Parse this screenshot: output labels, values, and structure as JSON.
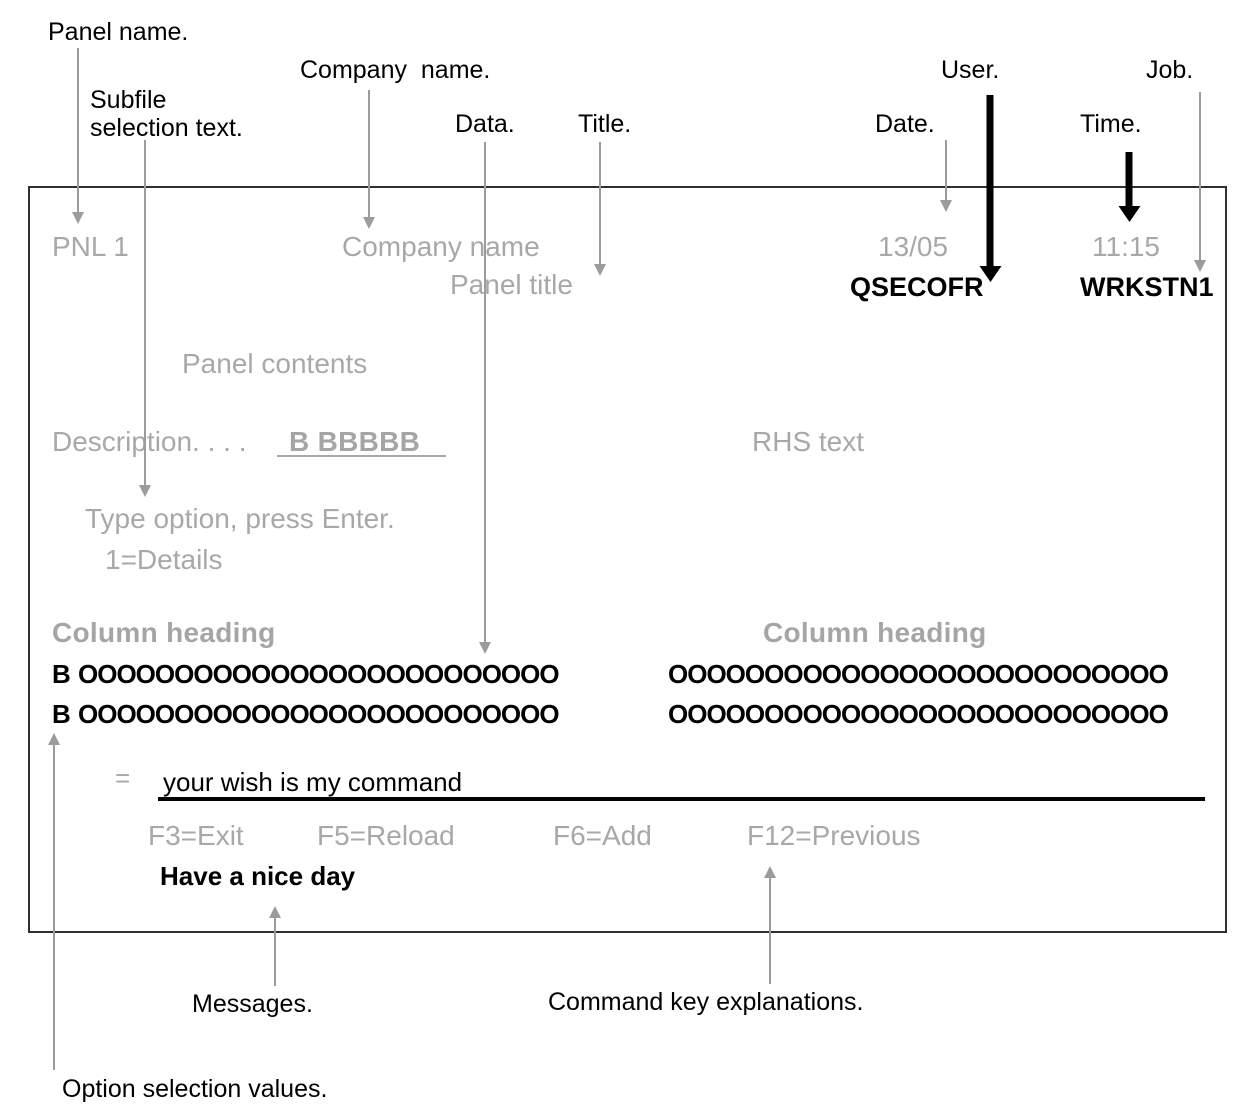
{
  "callouts": {
    "panel_name": "Panel name.",
    "subfile_line1": "Subfile",
    "subfile_line2": "selection text.",
    "company": "Company  name.",
    "data": "Data.",
    "title": "Title.",
    "user": "User.",
    "job": "Job.",
    "date": "Date.",
    "time": "Time.",
    "messages": "Messages.",
    "command_keys": "Command key explanations.",
    "option_values": "Option selection values."
  },
  "screen": {
    "panel_id": "PNL 1",
    "company_name": "Company name",
    "panel_title": "Panel title",
    "date_value": "13/05",
    "time_value": "11:15",
    "user_value": "QSECOFR",
    "job_value": "WRKSTN1",
    "panel_contents": "Panel contents",
    "description_label": "Description. . . .",
    "description_value": "B BBBBB",
    "rhs_text": "RHS text",
    "type_option_prompt": "Type option, press Enter.",
    "option_choice": "1=Details",
    "column_heading_left": "Column heading",
    "column_heading_right": "Column heading",
    "rows": [
      {
        "option": "B",
        "left_field": "OOOOOOOOOOOOOOOOOOOOOOOOO",
        "right_field": "OOOOOOOOOOOOOOOOOOOOOOOOOO"
      },
      {
        "option": "B",
        "left_field": "OOOOOOOOOOOOOOOOOOOOOOOOO",
        "right_field": "OOOOOOOOOOOOOOOOOOOOOOOOOO"
      }
    ],
    "command_prompt": "=",
    "command_input": "your wish is my command",
    "function_keys": [
      "F3=Exit",
      "F5=Reload",
      "F6=Add",
      "F12=Previous"
    ],
    "message_line": "Have a nice day"
  },
  "colors": {
    "screen_gray": "#a8a8a8",
    "callout_black": "#000000",
    "arrow_gray": "#9c9c9c",
    "panel_border": "#2f2f2f"
  },
  "arrows": [
    {
      "name": "panel-name-arrow",
      "style": "thin-gray",
      "direction": "down",
      "points_to": "panel-id"
    },
    {
      "name": "subfile-selection-arrow",
      "style": "thin-gray",
      "direction": "down",
      "points_to": "type-option-prompt"
    },
    {
      "name": "company-name-arrow",
      "style": "thin-gray",
      "direction": "down",
      "points_to": "company-name"
    },
    {
      "name": "data-arrow",
      "style": "thin-gray",
      "direction": "down",
      "points_to": "subfile-record-row"
    },
    {
      "name": "title-arrow",
      "style": "thin-gray",
      "direction": "down",
      "points_to": "panel-title"
    },
    {
      "name": "date-arrow",
      "style": "thin-gray",
      "direction": "down",
      "points_to": "date-value"
    },
    {
      "name": "user-arrow",
      "style": "thick-black",
      "direction": "down",
      "points_to": "user-value"
    },
    {
      "name": "time-arrow",
      "style": "thick-black",
      "direction": "down",
      "points_to": "time-value"
    },
    {
      "name": "job-arrow",
      "style": "thin-gray",
      "direction": "down",
      "points_to": "job-value"
    },
    {
      "name": "option-selection-arrow",
      "style": "thin-gray",
      "direction": "up",
      "points_to": "option-column"
    },
    {
      "name": "messages-arrow",
      "style": "thin-gray",
      "direction": "up",
      "points_to": "message-line"
    },
    {
      "name": "command-keys-arrow",
      "style": "thin-gray",
      "direction": "up",
      "points_to": "function-keys"
    }
  ]
}
